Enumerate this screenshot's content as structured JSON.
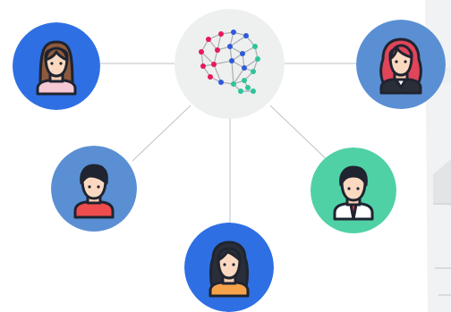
{
  "diagram": {
    "type": "hub-and-spoke network",
    "hub": {
      "icon": "brain-network-icon",
      "background": "#eeefef"
    },
    "people": [
      {
        "id": "top-left",
        "icon": "woman-brown-hair-icon",
        "background": "#2f6fe4"
      },
      {
        "id": "top-right",
        "icon": "woman-red-hair-icon",
        "background": "#5b8fd4"
      },
      {
        "id": "middle-left",
        "icon": "man-red-shirt-icon",
        "background": "#5b8fd4"
      },
      {
        "id": "middle-right",
        "icon": "man-suit-tie-icon",
        "background": "#4fd1a5"
      },
      {
        "id": "bottom",
        "icon": "woman-orange-top-icon",
        "background": "#2f6fe4"
      }
    ],
    "connector_color": "#bcc2c8"
  }
}
